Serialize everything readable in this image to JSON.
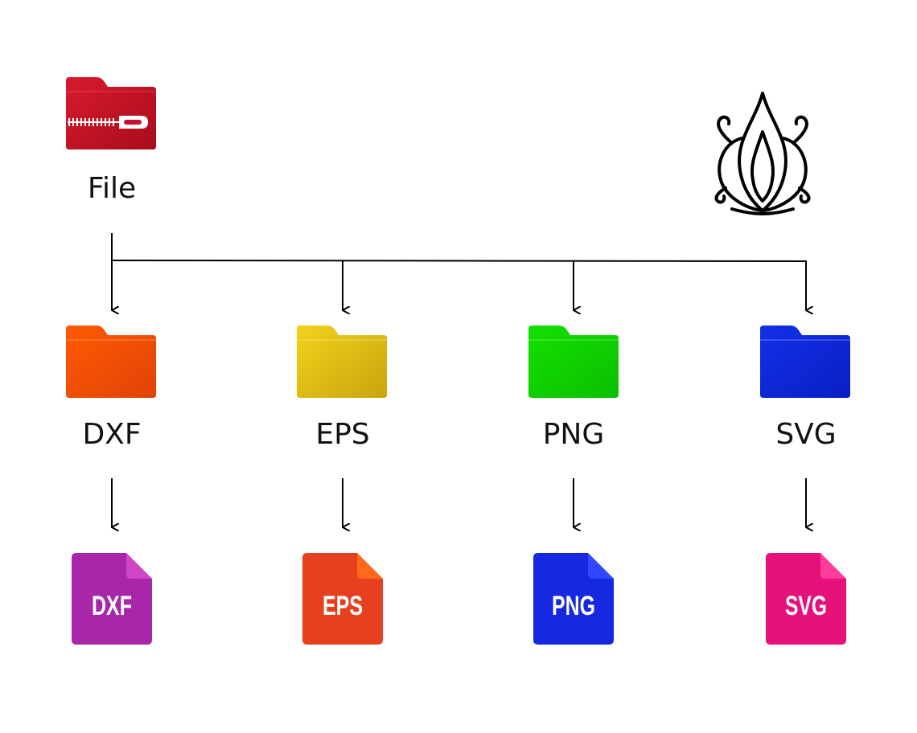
{
  "source": {
    "label": "File",
    "icon": "zip-folder-icon",
    "color": "#c8102e"
  },
  "logo": {
    "icon": "lotus-logo-icon"
  },
  "formats": [
    {
      "id": "dxf",
      "label": "DXF",
      "file_label": "DXF",
      "folder_color": "#ff5a00",
      "folder_color_dark": "#e0430a",
      "file_color": "#a826a8",
      "file_color_light": "#d044c8"
    },
    {
      "id": "eps",
      "label": "EPS",
      "file_label": "EPS",
      "folder_color": "#f2d21b",
      "folder_color_dark": "#c9a50e",
      "file_color": "#e5401f",
      "file_color_light": "#ff6a1a"
    },
    {
      "id": "png",
      "label": "PNG",
      "file_label": "PNG",
      "folder_color": "#13e000",
      "folder_color_dark": "#0cbf00",
      "file_color": "#1628e0",
      "file_color_light": "#3048ff"
    },
    {
      "id": "svg",
      "label": "SVG",
      "file_label": "SVG",
      "folder_color": "#1230e8",
      "folder_color_dark": "#0a1fc4",
      "file_color": "#e5107a",
      "file_color_light": "#ff3d9a"
    }
  ]
}
